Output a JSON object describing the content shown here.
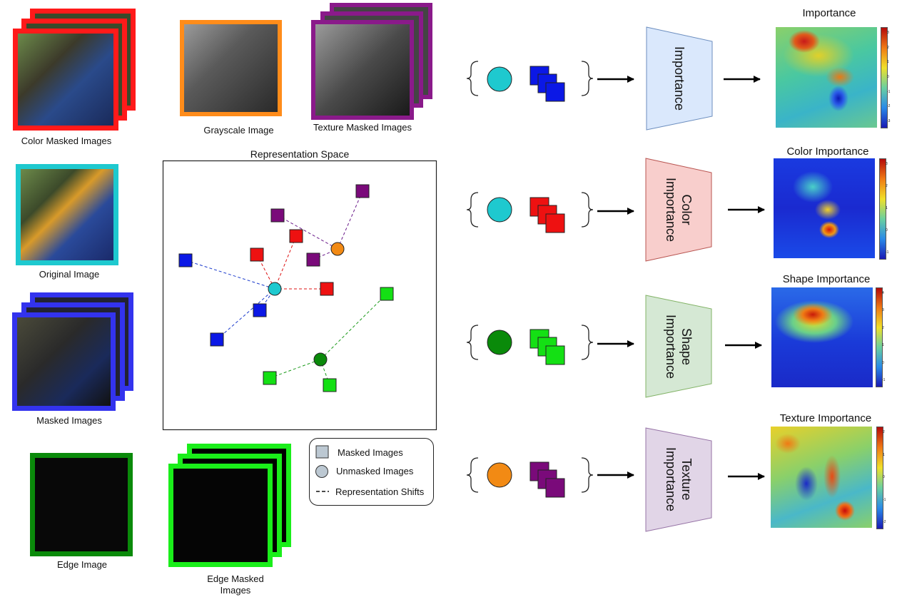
{
  "labels": {
    "color_masked": "Color Masked Images",
    "grayscale": "Grayscale Image",
    "texture_masked": "Texture Masked Images",
    "representation_space": "Representation Space",
    "original": "Original Image",
    "masked": "Masked Images",
    "edge": "Edge Image",
    "edge_masked": "Edge Masked Images"
  },
  "legend": {
    "masked": "Masked Images",
    "unmasked": "Unmasked  Images",
    "shift": "Representation Shifts"
  },
  "pipelines": [
    {
      "block": "Importance",
      "heatmap_title": "Importance",
      "block_color": "#dae8fc",
      "circle_color": "#1ec9cf",
      "square_color": "#0b18e6"
    },
    {
      "block": "Color Importance",
      "heatmap_title": "Color Importance",
      "block_color": "#f8cecc",
      "circle_color": "#1ec9cf",
      "square_color": "#ee1111"
    },
    {
      "block": "Shape Importance",
      "heatmap_title": "Shape Importance",
      "block_color": "#d5e8d4",
      "circle_color": "#0a8a0a",
      "square_color": "#14e014"
    },
    {
      "block": "Texture Importance",
      "heatmap_title": "Texture Importance",
      "block_color": "#e1d5e7",
      "circle_color": "#f28a14",
      "square_color": "#7a0a7a"
    }
  ],
  "colorbars": [
    {
      "ticks": [
        "3",
        "2",
        "1",
        "0",
        "-1",
        "-2",
        "-3"
      ]
    },
    {
      "ticks": [
        "3",
        "2",
        "1",
        "0",
        "-1"
      ]
    },
    {
      "ticks": [
        "4",
        "3",
        "2",
        "1",
        "0",
        "-1"
      ]
    },
    {
      "ticks": [
        "2",
        "1",
        "0",
        "-1",
        "-2"
      ]
    }
  ],
  "colors": {
    "red_frame": "#ff1a1a",
    "orange_frame": "#ff8c1a",
    "purple_frame": "#8a1a8a",
    "cyan_frame": "#1ec9cf",
    "blue_frame": "#3333ee",
    "dark_green_frame": "#0a8a0a",
    "green_frame": "#1aee1a"
  }
}
